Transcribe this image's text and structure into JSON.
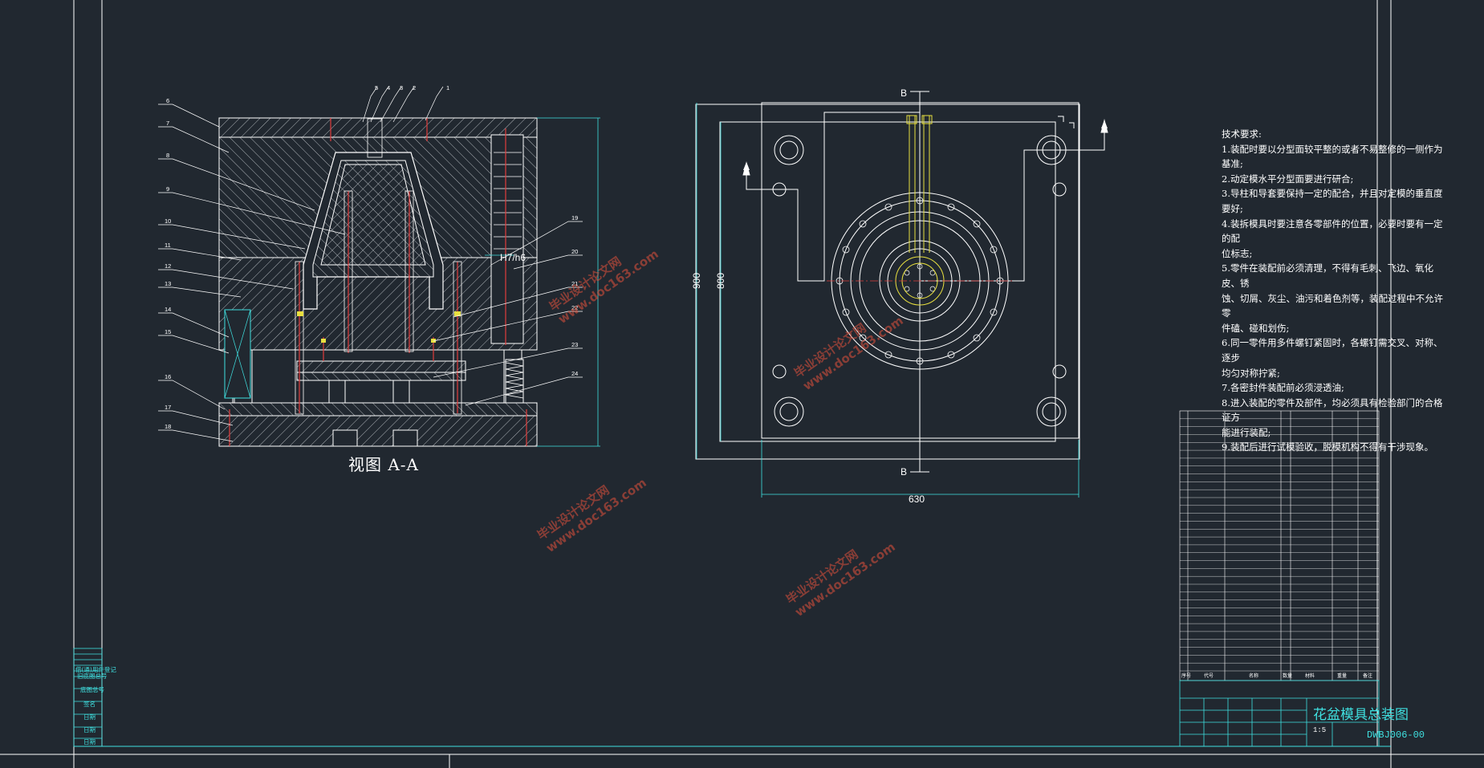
{
  "drawing": {
    "view_label": "视图 A-A",
    "title": "花盆模具总装图",
    "drawing_number": "DWBJ006-00",
    "scale": "1:5",
    "colors": {
      "background": "#212830",
      "outline": "#ffffff",
      "border_cyan": "#3fe0e0",
      "center_line": "#e03c3c",
      "highlight_yellow": "#e8e040",
      "watermark": "#e0503c"
    }
  },
  "dimensions": {
    "left_view_height_label": "",
    "fit_label": "H7/h6",
    "right_outer_height": "900",
    "right_inner_height": "800",
    "right_bottom_width": "630",
    "section_mark_b": "B",
    "section_mark_a": "A"
  },
  "part_tags": {
    "top": [
      "5",
      "4",
      "3",
      "2",
      "1"
    ],
    "left": [
      "6",
      "7",
      "8",
      "9",
      "10",
      "11",
      "12",
      "13",
      "14",
      "15",
      "16",
      "17",
      "18"
    ],
    "right": [
      "19",
      "20",
      "21",
      "22",
      "23",
      "24"
    ]
  },
  "tech_requirements": {
    "heading": "技术要求:",
    "items": [
      "1.装配时要以分型面较平整的或者不易整修的一侧作为基准;",
      "2.动定模水平分型面要进行研合;",
      "3.导柱和导套要保持一定的配合，并且对定模的垂直度要好;",
      "4.装拆模具时要注意各零部件的位置，必要时要有一定的配",
      "位标志;",
      "5.零件在装配前必须清理，不得有毛刺、飞边、氧化皮、锈",
      "蚀、切屑、灰尘、油污和着色剂等，装配过程中不允许零",
      "件磕、碰和划伤;",
      "6.同一零件用多件螺钉紧固时，各螺钉需交叉、对称、逐步",
      "均匀对称拧紧;",
      "7.各密封件装配前必须浸透油;",
      "8.进入装配的零件及部件，均必须具有检验部门的合格证方",
      "能进行装配;",
      "9.装配后进行试模验收，脱模机构不得有干涉现象。"
    ]
  },
  "bom": {
    "header": [
      "序号",
      "代号",
      "名称",
      "数量",
      "材料",
      "重量",
      "备注"
    ],
    "rows": 33
  },
  "left_frame_box": [
    "借(通)用件登记",
    "旧底图总号",
    "底图总号",
    "签名",
    "日期",
    "日期",
    "日期"
  ],
  "watermarks": [
    {
      "line1": "毕业设计论文网",
      "line2": "www.doc163.com"
    },
    {
      "line1": "毕业设计论文网",
      "line2": "www.doc163.com"
    },
    {
      "line1": "毕业设计论文网",
      "line2": "www.doc163.com"
    },
    {
      "line1": "毕业设计论文网",
      "line2": "www.doc163.com"
    }
  ]
}
